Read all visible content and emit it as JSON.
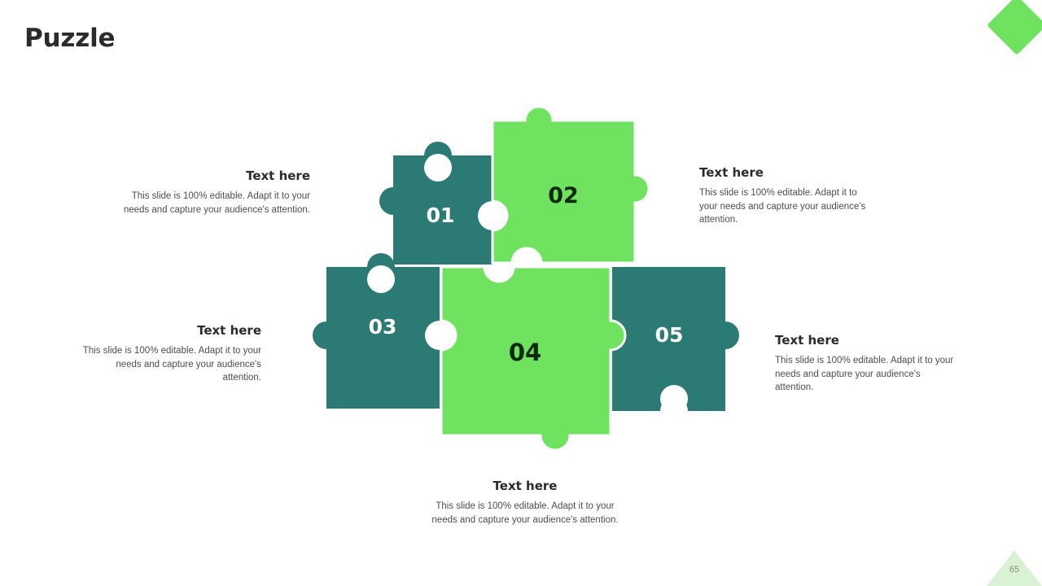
{
  "slide": {
    "title": "Puzzle",
    "page_number": "65",
    "background": "#ffffff"
  },
  "colors": {
    "teal": "#2C7A74",
    "green": "#6FE25F",
    "title": "#2b2b2b",
    "body_text": "#4d4d4d",
    "page_number_bg": "#d9f2d4",
    "piece_gap": "#ffffff",
    "number_light": "#ffffff",
    "number_dark": "#0d2b0a"
  },
  "decor": {
    "corner_diamond": "green-diamond",
    "page_badge": "triangle-badge"
  },
  "pieces": [
    {
      "id": "01",
      "number": "01",
      "color": "teal",
      "number_color": "#ffffff"
    },
    {
      "id": "02",
      "number": "02",
      "color": "green",
      "number_color": "#0d2b0a"
    },
    {
      "id": "03",
      "number": "03",
      "color": "teal",
      "number_color": "#ffffff"
    },
    {
      "id": "04",
      "number": "04",
      "color": "green",
      "number_color": "#0d2b0a"
    },
    {
      "id": "05",
      "number": "05",
      "color": "teal",
      "number_color": "#ffffff"
    }
  ],
  "text_blocks": [
    {
      "for_piece": "01",
      "align": "right",
      "heading": "Text here",
      "body": "This slide is 100% editable. Adapt it to your needs and capture your audience's attention."
    },
    {
      "for_piece": "02",
      "align": "left",
      "heading": "Text here",
      "body": "This slide is 100% editable. Adapt it to your needs and capture your audience's attention."
    },
    {
      "for_piece": "03",
      "align": "right",
      "heading": "Text here",
      "body": "This slide is 100% editable. Adapt it to your needs and capture your audience's attention."
    },
    {
      "for_piece": "04",
      "align": "center",
      "heading": "Text here",
      "body": "This slide is 100% editable. Adapt it to your needs and capture your audience's attention."
    },
    {
      "for_piece": "05",
      "align": "left",
      "heading": "Text here",
      "body": "This slide is 100% editable. Adapt it to your needs and capture your audience's attention."
    }
  ]
}
